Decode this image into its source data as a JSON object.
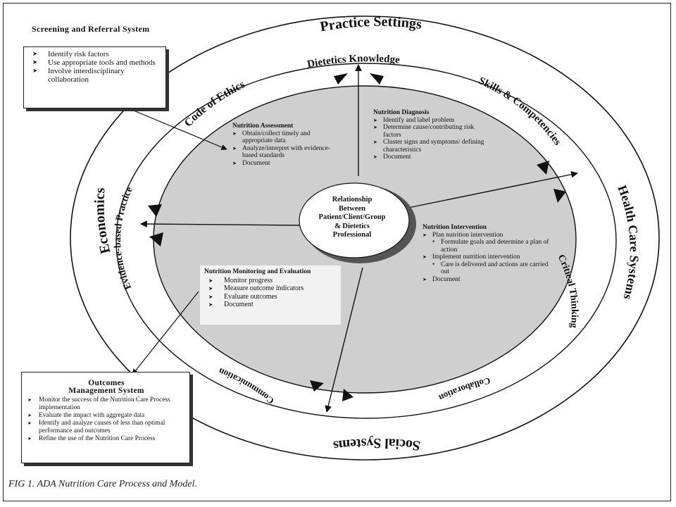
{
  "rings": {
    "outer_top": "Practice Settings",
    "outer_right": "Health Care Systems",
    "outer_bottom": "Social Systems",
    "outer_left": "Economics",
    "inner_top_left": "Code of Ethics",
    "inner_top": "Dietetics Knowledge",
    "inner_top_right": "Skills & Competencies",
    "inner_right": "Critical Thinking",
    "inner_bottom_right": "Collaboration",
    "inner_bottom_left": "Communication",
    "inner_left": "Evidence-based Practice"
  },
  "center": {
    "line1": "Relationship",
    "line2": "Between",
    "line3": "Patient/Client/Group",
    "line4": "& Dietetics",
    "line5": "Professional"
  },
  "assessment": {
    "title": "Nutrition Assessment",
    "items": [
      "Obtain/collect timely and appropriate data",
      "Analyze/interpret with evidence-based standards",
      "Document"
    ]
  },
  "diagnosis": {
    "title": "Nutrition Diagnosis",
    "items": [
      "Identify  and label problem",
      "Determine cause/contributing risk factors",
      "Cluster signs and symptoms/ defining characteristics",
      "Document"
    ]
  },
  "intervention": {
    "title": "Nutrition Intervention",
    "item1": "Plan nutrition intervention",
    "sub1": "Formulate goals and determine a plan of action",
    "item2": "Implement nutrition intervention",
    "sub2": "Care is delivered and actions are carried out",
    "item3": "Document"
  },
  "monitoring": {
    "title": "Nutrition Monitoring and Evaluation",
    "items": [
      "Monitor progress",
      "Measure outcome indicators",
      "Evaluate outcomes",
      "Document"
    ]
  },
  "screening": {
    "title": "Screening and Referral System",
    "items": [
      "Identify risk factors",
      "Use appropriate tools and methods",
      "Involve interdisciplinary collaboration"
    ]
  },
  "outcomes": {
    "title_line1": "Outcomes",
    "title_line2": "Management System",
    "items": [
      "Monitor the success of the Nutrition Care Process implementation",
      "Evaluate the impact with aggregate data",
      "Identify and analyze causes of less than optimal performance and outcomes",
      "Refine the use of the Nutrition Care Process"
    ]
  },
  "caption": "FIG 1. ADA Nutrition Care Process and Model.",
  "colors": {
    "inner_fill": "#cfcfcf",
    "monitoring_fill": "#f2f2f2",
    "line": "#111111"
  }
}
